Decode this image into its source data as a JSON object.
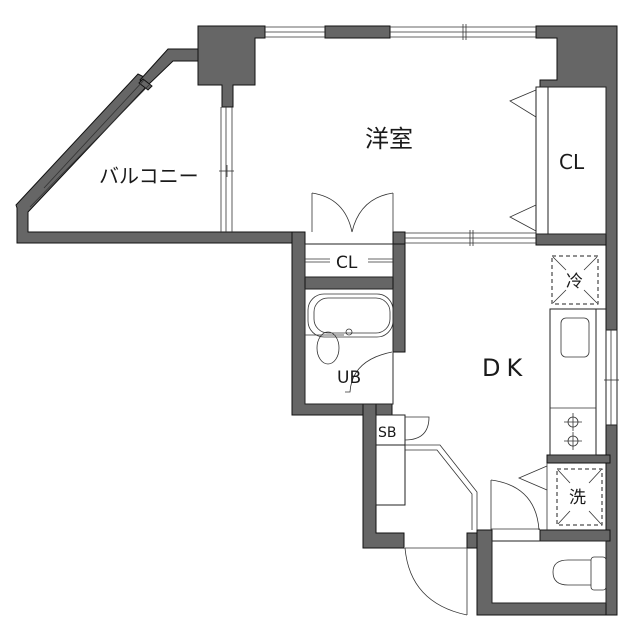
{
  "floorplan": {
    "rooms": {
      "western_room": "洋室",
      "balcony": "バルコニー",
      "closet_main": "CL",
      "closet_hall": "CL",
      "unit_bath": "UB",
      "dining_kitchen": "DK",
      "shoe_box": "SB"
    },
    "appliances": {
      "refrigerator": "冷",
      "washer": "洗"
    },
    "colors": {
      "wall": "#666666",
      "outline": "#111111",
      "background": "#ffffff"
    }
  }
}
